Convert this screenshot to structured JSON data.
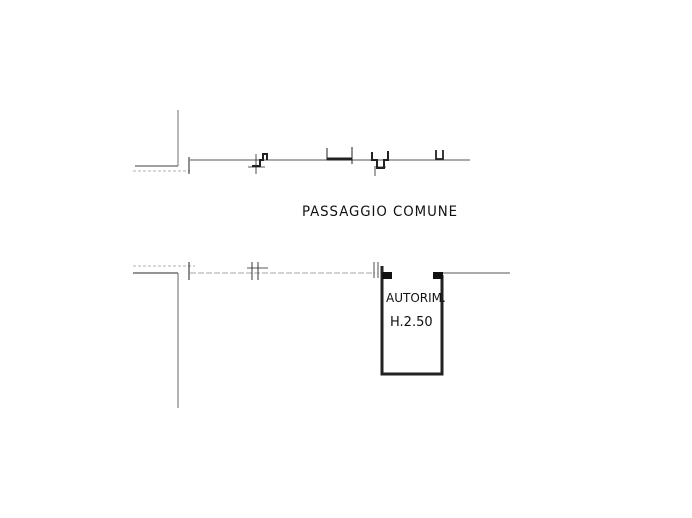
{
  "plan": {
    "corridor_label": "PASSAGGIO COMUNE",
    "room_name": "AUTORIM.",
    "room_height": "H.2.50",
    "line_color": "#111111"
  }
}
